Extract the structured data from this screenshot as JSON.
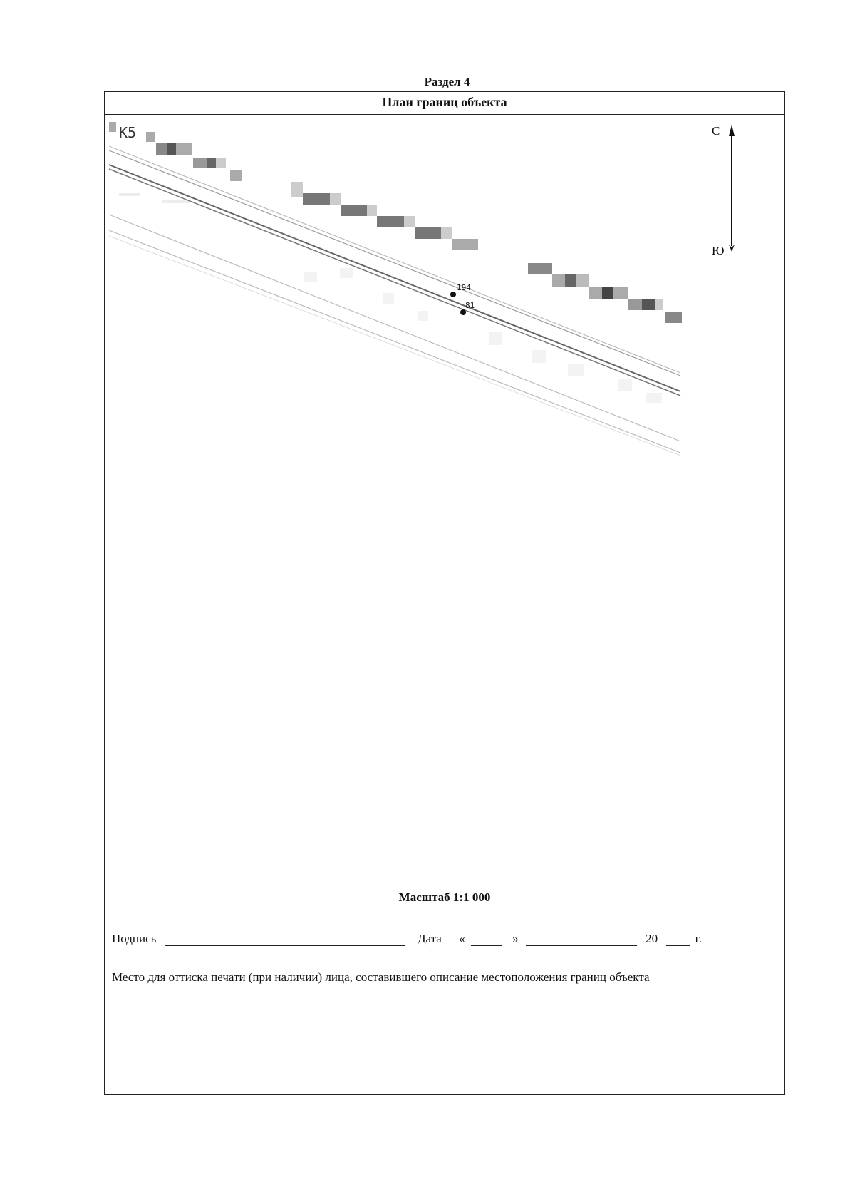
{
  "header": {
    "section": "Раздел 4",
    "title": "План границ объекта"
  },
  "map": {
    "sheet_label": "К5",
    "north_label": "С",
    "south_label": "Ю",
    "points": [
      {
        "label": "194"
      },
      {
        "label": "81"
      }
    ]
  },
  "scale_text": "Масштаб 1:1 000",
  "signature": {
    "sign_label": "Подпись",
    "date_label": "Дата",
    "open_quote": "«",
    "close_quote": "»",
    "year_prefix": "20",
    "year_suffix": "г."
  },
  "stamp_text": "Место для оттиска печати (при наличии) лица, составившего описание местоположения границ объекта"
}
